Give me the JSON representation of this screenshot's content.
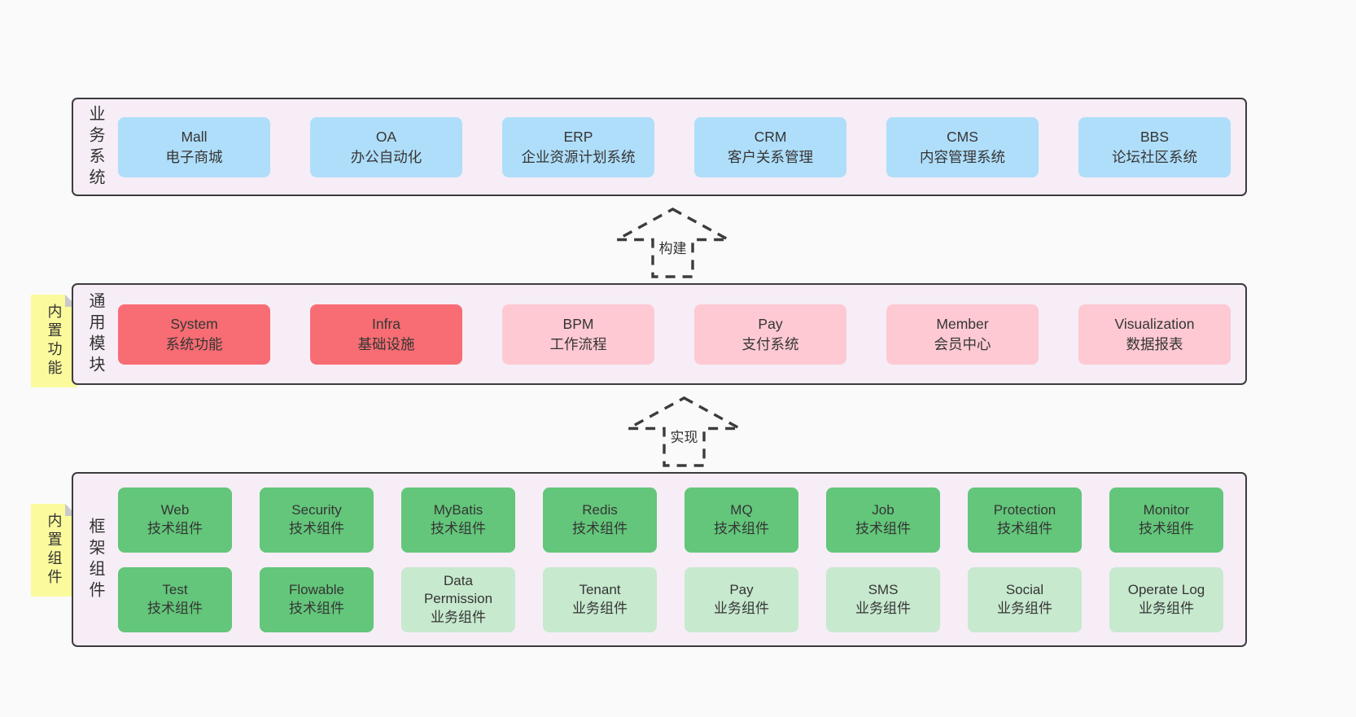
{
  "colors": {
    "page-bg": "#fafafa",
    "panel-bg": "#f6edf6",
    "line": "#3c3c3e",
    "text": "#3a3a3a",
    "blue": "#afdefa",
    "red": "#f76d73",
    "pink": "#fec9d2",
    "green": "#63c67a",
    "lightgreen": "#c7e9ce",
    "yellow": "#fbfa9d",
    "fold": "#c9c9cb"
  },
  "stickies": [
    {
      "text": "内置功能"
    },
    {
      "text": "内置组件"
    }
  ],
  "arrows": [
    {
      "label": "构建"
    },
    {
      "label": "实现"
    }
  ],
  "layers": [
    {
      "label": "业务系统",
      "boxes": [
        {
          "en": "Mall",
          "zh": "电子商城",
          "type": "blue"
        },
        {
          "en": "OA",
          "zh": "办公自动化",
          "type": "blue"
        },
        {
          "en": "ERP",
          "zh": "企业资源计划系统",
          "type": "blue"
        },
        {
          "en": "CRM",
          "zh": "客户关系管理",
          "type": "blue"
        },
        {
          "en": "CMS",
          "zh": "内容管理系统",
          "type": "blue"
        },
        {
          "en": "BBS",
          "zh": "论坛社区系统",
          "type": "blue"
        }
      ]
    },
    {
      "label": "通用模块",
      "boxes": [
        {
          "en": "System",
          "zh": "系统功能",
          "type": "red"
        },
        {
          "en": "Infra",
          "zh": "基础设施",
          "type": "red"
        },
        {
          "en": "BPM",
          "zh": "工作流程",
          "type": "pink"
        },
        {
          "en": "Pay",
          "zh": "支付系统",
          "type": "pink"
        },
        {
          "en": "Member",
          "zh": "会员中心",
          "type": "pink"
        },
        {
          "en": "Visualization",
          "zh": "数据报表",
          "type": "pink"
        }
      ]
    },
    {
      "label": "框架组件",
      "rows": [
        [
          {
            "en": "Web",
            "zh": "技术组件",
            "type": "green"
          },
          {
            "en": "Security",
            "zh": "技术组件",
            "type": "green"
          },
          {
            "en": "MyBatis",
            "zh": "技术组件",
            "type": "green"
          },
          {
            "en": "Redis",
            "zh": "技术组件",
            "type": "green"
          },
          {
            "en": "MQ",
            "zh": "技术组件",
            "type": "green"
          },
          {
            "en": "Job",
            "zh": "技术组件",
            "type": "green"
          },
          {
            "en": "Protection",
            "zh": "技术组件",
            "type": "green"
          },
          {
            "en": "Monitor",
            "zh": "技术组件",
            "type": "green"
          }
        ],
        [
          {
            "en": "Test",
            "zh": "技术组件",
            "type": "green"
          },
          {
            "en": "Flowable",
            "zh": "技术组件",
            "type": "green"
          },
          {
            "en": "Data Permission",
            "zh": "业务组件",
            "type": "lightgreen"
          },
          {
            "en": "Tenant",
            "zh": "业务组件",
            "type": "lightgreen"
          },
          {
            "en": "Pay",
            "zh": "业务组件",
            "type": "lightgreen"
          },
          {
            "en": "SMS",
            "zh": "业务组件",
            "type": "lightgreen"
          },
          {
            "en": "Social",
            "zh": "业务组件",
            "type": "lightgreen"
          },
          {
            "en": "Operate Log",
            "zh": "业务组件",
            "type": "lightgreen"
          }
        ]
      ]
    }
  ]
}
